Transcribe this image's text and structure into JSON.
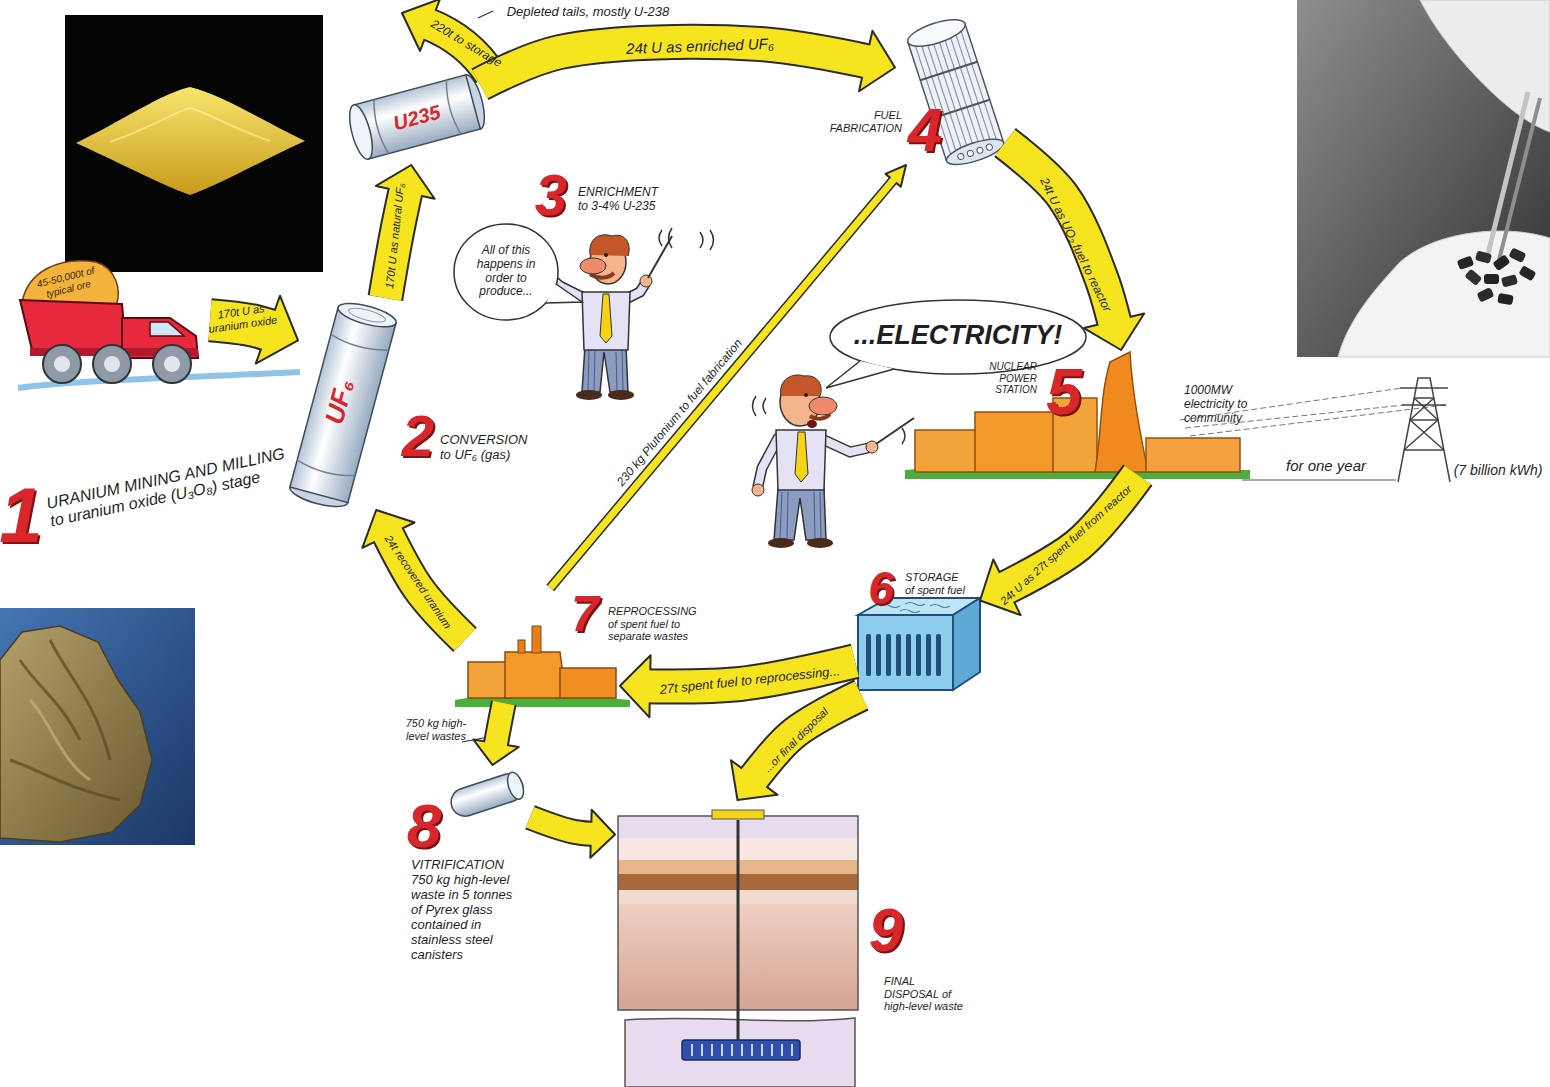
{
  "diagram": {
    "nodes": [
      {
        "text": [
          "45-50,000t of typical ore",
          "1",
          "URANIUM MINING AND MILLING to uranium oxide (U₃O₈) stage"
        ]
      },
      {
        "text": [
          "UF₆",
          "2",
          "CONVERSION to UF₆ (gas)"
        ]
      },
      {
        "text": [
          "U235",
          "3",
          "ENRICHMENT to 3-4% U-235"
        ]
      },
      {
        "text": [
          "FUEL FABRICATION",
          "4"
        ]
      },
      {
        "text": [
          "All of this happens in order to produce..."
        ]
      },
      {
        "text": [
          "...ELECTRICITY!"
        ]
      },
      {
        "text": [
          "NUCLEAR POWER STATION",
          "5"
        ]
      },
      {
        "text": [
          "6",
          "STORAGE of spent fuel"
        ]
      },
      {
        "text": [
          "7",
          "REPROCESSING of spent fuel to separate wastes"
        ]
      },
      {
        "text": [
          "8",
          "VITRIFICATION 750 kg high-level waste in 5 tonnes of Pyrex glass contained in stainless steel canisters"
        ]
      },
      {
        "text": [
          "9",
          "FINAL DISPOSAL of high-level waste"
        ]
      }
    ],
    "edges": [
      {
        "from": 0,
        "to": 1,
        "arrow": "to",
        "label": "170t U as uranium oxide"
      },
      {
        "from": 1,
        "to": 2,
        "arrow": "to",
        "label": "170t U as natural UF₆"
      },
      {
        "from": 2,
        "to": 3,
        "arrow": "to",
        "label": "24t U as enriched UF₆"
      },
      {
        "from": 3,
        "to": 6,
        "arrow": "to",
        "label": "24t U as UO₂ fuel to reactor"
      },
      {
        "from": 6,
        "to": 7,
        "arrow": "to",
        "label": "24t U as 27t spent fuel from reactor"
      },
      {
        "from": 7,
        "to": 8,
        "arrow": "to",
        "label": "27t spent fuel to reprocessing..."
      },
      {
        "from": 7,
        "to": 10,
        "arrow": "to",
        "label": "...or final disposal"
      },
      {
        "from": 8,
        "to": 1,
        "arrow": "to",
        "label": "24t recovered uranium"
      },
      {
        "from": 8,
        "to": 3,
        "arrow": "to",
        "label": "230 kg Plutonium to fuel fabrication"
      },
      {
        "from": 8,
        "to": 9,
        "arrow": "to",
        "label": "750 kg high-level wastes"
      },
      {
        "from": 9,
        "to": 10,
        "arrow": "to"
      }
    ],
    "labels": [
      "Depleted tails, mostly U-238",
      "220t to storage",
      "1000MW electricity to community",
      "for one year",
      "(7 billion kWh)"
    ]
  }
}
